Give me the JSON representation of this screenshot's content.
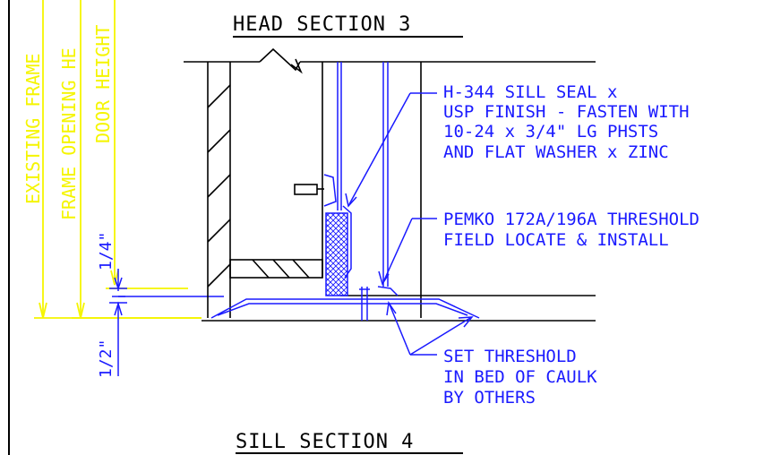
{
  "titles": {
    "head": "HEAD SECTION 3",
    "sill": "SILL SECTION 4"
  },
  "vertical_dims": {
    "existing_frame": "EXISTING FRAME",
    "frame_opening": "FRAME OPENING HE",
    "door_height": "DOOR HEIGHT",
    "gap_top": "1/4\"",
    "gap_bottom": "1/2\""
  },
  "callouts": {
    "sill_seal": [
      "H-344 SILL SEAL x",
      "USP FINISH - FASTEN WITH",
      "10-24 x 3/4\" LG PHSTS",
      "AND FLAT WASHER x ZINC"
    ],
    "threshold": [
      "PEMKO 172A/196A THRESHOLD",
      "FIELD LOCATE & INSTALL"
    ],
    "caulk": [
      "SET THRESHOLD",
      "IN BED OF CAULK",
      "BY OTHERS"
    ]
  },
  "colors": {
    "black": "#000000",
    "blue": "#1a1aff",
    "yellow": "#f5f500",
    "background": "#ffffff"
  }
}
